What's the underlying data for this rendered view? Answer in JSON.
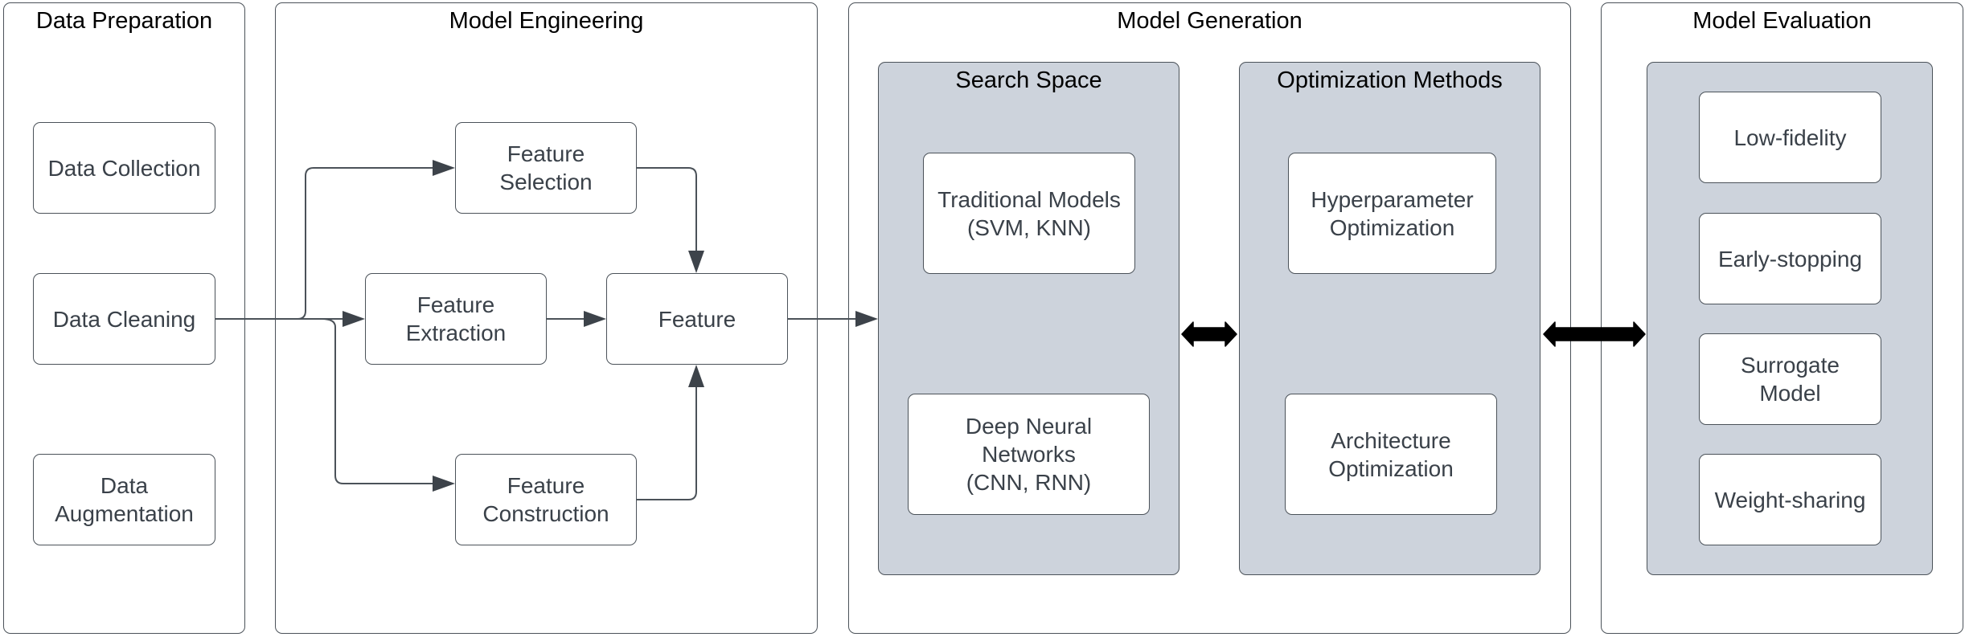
{
  "colors": {
    "stroke": "#4b5259",
    "group_fill": "#cdd3dc",
    "text": "#3a4149",
    "bidirectional_arrow": "#000000"
  },
  "panels": {
    "data_preparation": "Data Preparation",
    "model_engineering": "Model Engineering",
    "model_generation": "Model Generation",
    "model_evaluation": "Model Evaluation"
  },
  "data_preparation": {
    "collection": "Data Collection",
    "cleaning": "Data Cleaning",
    "augmentation": "Data\nAugmentation"
  },
  "model_engineering": {
    "selection": "Feature\nSelection",
    "extraction": "Feature\nExtraction",
    "feature": "Feature",
    "construction": "Feature\nConstruction"
  },
  "model_generation": {
    "search_space": {
      "title": "Search Space",
      "traditional": "Traditional Models\n(SVM, KNN)",
      "deep": "Deep Neural\nNetworks\n(CNN, RNN)"
    },
    "optimization": {
      "title": "Optimization Methods",
      "hyperparameter": "Hyperparameter\nOptimization",
      "architecture": "Architecture\nOptimization"
    }
  },
  "model_evaluation": {
    "low_fidelity": "Low-fidelity",
    "early_stopping": "Early-stopping",
    "surrogate": "Surrogate\nModel",
    "weight_sharing": "Weight-sharing"
  }
}
